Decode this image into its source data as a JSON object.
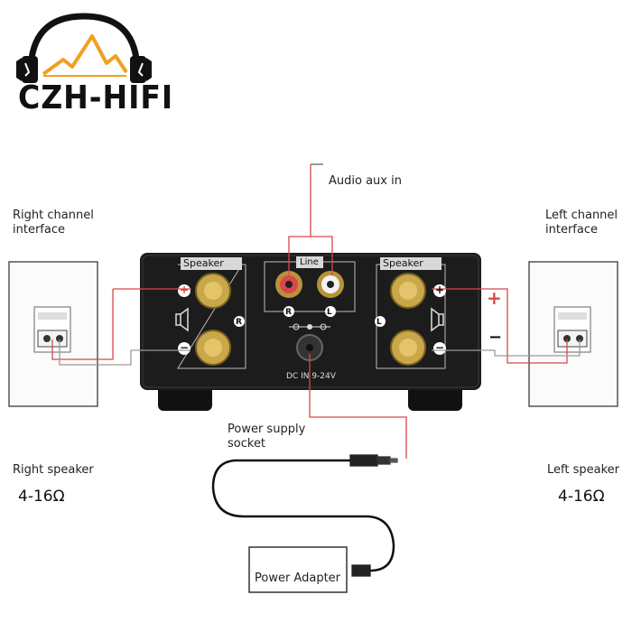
{
  "logo": {
    "text": "CZH-HIFI"
  },
  "labels": {
    "audio_aux_in": "Audio aux in",
    "right_channel": [
      "Right channel",
      "interface"
    ],
    "left_channel": [
      "Left channel",
      "interface"
    ],
    "power_supply": [
      "Power supply",
      "socket"
    ],
    "right_speaker": "Right speaker",
    "left_speaker": "Left speaker",
    "right_impedance": "4-16Ω",
    "left_impedance": "4-16Ω",
    "power_adapter": "Power  Adapter"
  },
  "panel": {
    "speaker_left": "Speaker",
    "speaker_right": "Speaker",
    "line": "Line",
    "r": "R",
    "l": "L",
    "dc_in": "DC IN  9-24V",
    "plus": "+",
    "minus": "−"
  },
  "colors": {
    "wire_red": "#d9474a",
    "wire_gray": "#9a9a9a",
    "amp_body": "#1c1c1c",
    "gold": "#c9a84a",
    "logo_orange": "#f0a020"
  }
}
